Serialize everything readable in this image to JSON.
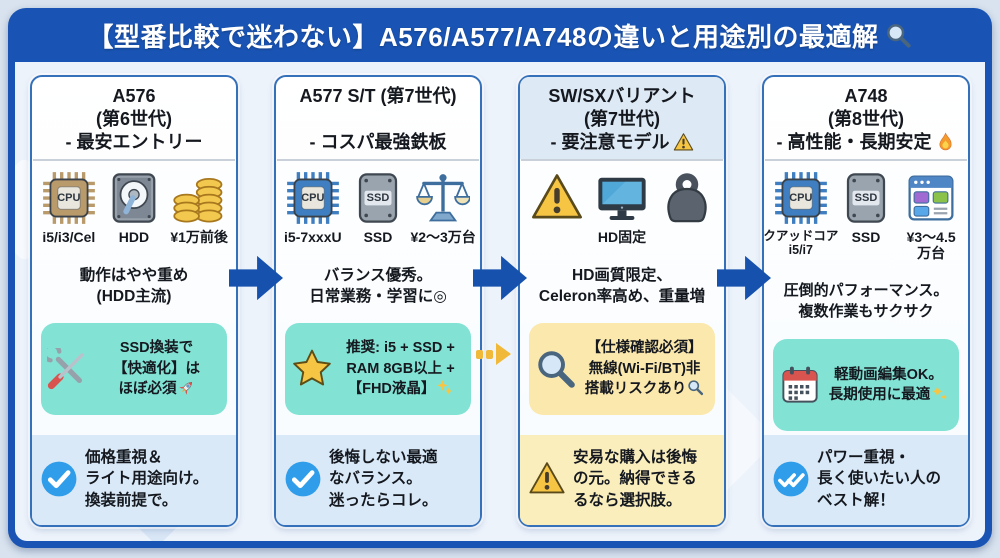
{
  "header": {
    "title": "【型番比較で迷わない】A576/A577/A748の違いと用途別の最適解",
    "title_icon": "magnifier-icon"
  },
  "colors": {
    "frame_blue": "#1954b4",
    "body_bg": "#edf3fb",
    "page_bg": "#d9e3ef",
    "card_border": "#3570ba",
    "teal_box": "#82e3d5",
    "yellow_box": "#fbe8ad",
    "bottom_blue": "#d9e9f8",
    "bottom_yellow": "#faeebd",
    "check_blue": "#2f9de9",
    "arrow_blue": "#1551ad",
    "dashed_arrow_yellow": "#f0b93a",
    "title_tint": "#dde9f4"
  },
  "arrows": {
    "main": [
      "col1-to-col2",
      "col2-to-col3",
      "col3-to-col4"
    ],
    "dashed": [
      "col2-to-col3-highlight"
    ]
  },
  "columns": [
    {
      "id": "a576",
      "title_lines": [
        "A576",
        "(第6世代)",
        "- 最安エントリー"
      ],
      "title_icon": "",
      "specs": [
        {
          "icon": "cpu-chip-icon",
          "icon_text": "CPU",
          "label": "i5/i3/Cel"
        },
        {
          "icon": "hdd-icon",
          "label": "HDD"
        },
        {
          "icon": "coins-icon",
          "label": "¥1万前後"
        }
      ],
      "desc_lines": [
        "動作はやや重め",
        "(HDD主流)"
      ],
      "highlight": {
        "icon": "tools-icon",
        "lines": [
          "SSD換装で",
          "【快適化】は",
          "ほぼ必須"
        ],
        "suffix_icon": "rocket-icon",
        "style": "teal"
      },
      "conclusion": {
        "icon": "check-circle-icon",
        "lines": [
          "価格重視＆",
          "ライト用途向け。",
          "換装前提で。"
        ],
        "style": "blue"
      }
    },
    {
      "id": "a577",
      "title_lines": [
        "A577 S/T (第7世代)",
        "",
        "- コスパ最強鉄板"
      ],
      "title_icon": "",
      "specs": [
        {
          "icon": "cpu-chip-icon",
          "icon_text": "CPU",
          "label": "i5-7xxxU"
        },
        {
          "icon": "ssd-icon",
          "icon_text": "SSD",
          "label": "SSD"
        },
        {
          "icon": "balance-scale-icon",
          "label": "¥2～3万台"
        }
      ],
      "desc_lines": [
        "バランス優秀。",
        "日常業務・学習に◎"
      ],
      "highlight": {
        "icon": "star-icon",
        "lines": [
          "推奨: i5 + SSD +",
          "RAM 8GB以上 +",
          "【FHD液晶】"
        ],
        "suffix_icon": "sparkles-icon",
        "style": "teal"
      },
      "conclusion": {
        "icon": "check-circle-icon",
        "lines": [
          "後悔しない最適",
          "なバランス。",
          "迷ったらコレ。"
        ],
        "style": "blue"
      }
    },
    {
      "id": "sw-sx",
      "title_lines": [
        "SW/SXバリアント",
        "(第7世代)",
        "- 要注意モデル"
      ],
      "title_icon": "warning-icon",
      "specs": [
        {
          "icon": "warning-icon",
          "label": ""
        },
        {
          "icon": "monitor-icon",
          "label": "HD固定"
        },
        {
          "icon": "weight-icon",
          "label": ""
        }
      ],
      "desc_lines": [
        "HD画質限定、",
        "Celeron率高め、重量増"
      ],
      "highlight": {
        "icon": "magnifier-icon",
        "lines": [
          "【仕様確認必須】",
          "無線(Wi-Fi/BT)非",
          "搭載リスクあり"
        ],
        "suffix_icon": "magnifier-icon",
        "style": "yellow"
      },
      "conclusion": {
        "icon": "warning-icon",
        "lines": [
          "安易な購入は後悔",
          "の元。納得できる",
          "るなら選択肢。"
        ],
        "style": "yellow"
      }
    },
    {
      "id": "a748",
      "title_lines": [
        "A748",
        "(第8世代)",
        "- 高性能・長期安定"
      ],
      "title_icon": "fire-icon",
      "specs": [
        {
          "icon": "cpu-chip-icon",
          "icon_text": "CPU",
          "label": "クアッドコア",
          "label2": "i5/i7"
        },
        {
          "icon": "ssd-icon",
          "icon_text": "SSD",
          "label": "SSD"
        },
        {
          "icon": "browser-window-icon",
          "label": "¥3～4.5",
          "label2": "万台"
        }
      ],
      "desc_lines": [
        "圧倒的パフォーマンス。",
        "複数作業もサクサク"
      ],
      "highlight": {
        "icon": "calendar-icon",
        "lines": [
          "軽動画編集OK。",
          "長期使用に最適"
        ],
        "suffix_icon": "sparkles-icon",
        "style": "teal"
      },
      "conclusion": {
        "icon": "double-check-circle-icon",
        "lines": [
          "パワー重視・",
          "長く使いたい人の",
          "ベスト解！"
        ],
        "style": "blue"
      }
    }
  ]
}
